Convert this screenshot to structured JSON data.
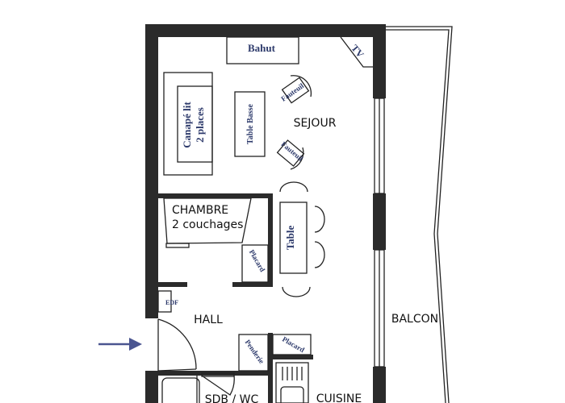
{
  "rooms": {
    "sejour": "SEJOUR",
    "chambre": "CHAMBRE",
    "chambre_sub": "2 couchages",
    "hall": "HALL",
    "balcon": "BALCON",
    "sdb": "SDB / WC",
    "cuisine": "CUISINE"
  },
  "furniture": {
    "bahut": "Bahut",
    "tv": "TV",
    "canape_1": "Canapé lit",
    "canape_2": "2 places",
    "table_basse": "Table Basse",
    "fauteuil_1": "Fauteuil",
    "fauteuil_2": "Fauteuil",
    "table": "Table",
    "placard_chambre": "Placard",
    "edf": "EDF",
    "penderie": "Penderie",
    "placard_hall": "Placard"
  },
  "colors": {
    "wall": "#2b2b2b",
    "label": "#2d3a6b",
    "arrow": "#4a5590"
  },
  "icons": {
    "entrance": "arrow-right-icon"
  }
}
